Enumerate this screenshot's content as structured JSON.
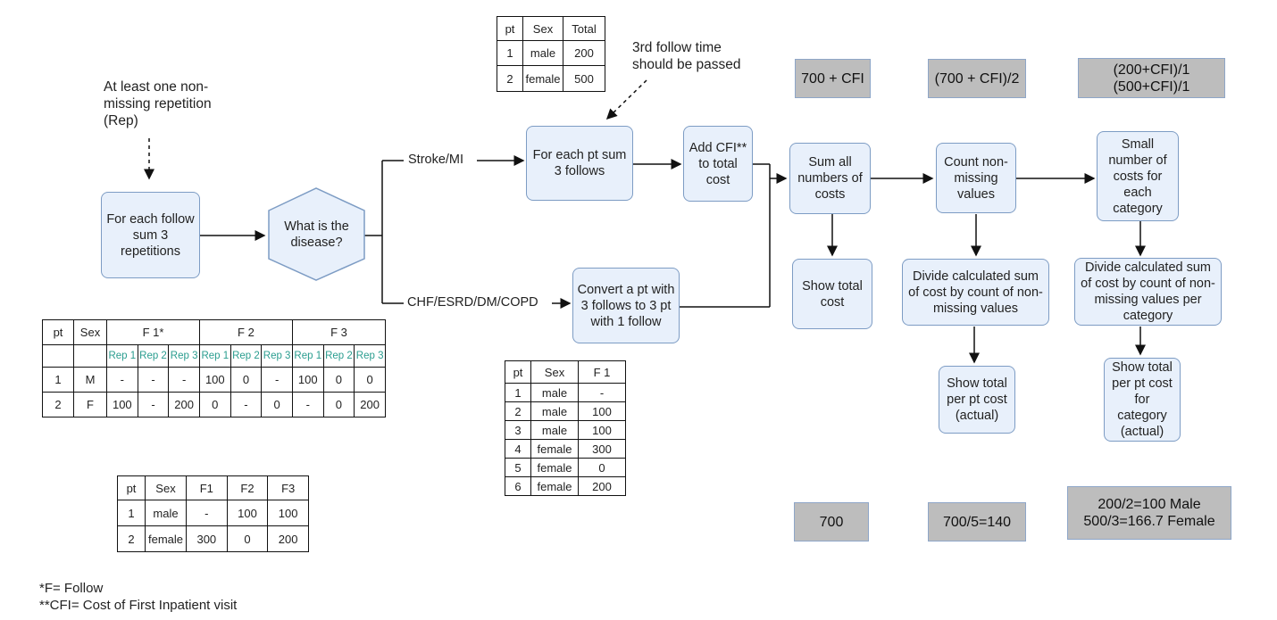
{
  "nodes": {
    "sum_reps": "For each follow sum 3 repetitions",
    "disease": "What is the disease?",
    "sum_follows": "For each pt sum 3 follows",
    "add_cfi": "Add CFI** to total cost",
    "convert": "Convert a pt with 3 follows to 3 pt with 1 follow",
    "sum_all": "Sum all numbers of costs",
    "count_nonmissing": "Count non-missing values",
    "small_number": "Small number of costs for each category",
    "show_total": "Show total cost",
    "divide_sum": "Divide calculated sum of cost by count of non-missing values",
    "divide_category": "Divide calculated sum of cost by count of non-missing values per category",
    "show_per_pt": "Show total per pt cost (actual)",
    "show_per_category": "Show total per pt cost for category (actual)"
  },
  "edge_labels": {
    "stroke": "Stroke/MI",
    "chf": "CHF/ESRD/DM/COPD"
  },
  "notes": {
    "rep_note": "At least one non-missing repetition (Rep)",
    "follow_note": "3rd follow time should be passed"
  },
  "formulas_top": {
    "a": "700 + CFI",
    "b": "(700 + CFI)/2",
    "c1": "(200+CFI)/1",
    "c2": "(500+CFI)/1"
  },
  "formulas_bottom": {
    "a": "700",
    "b": "700/5=140",
    "c1": "200/2=100 Male",
    "c2": "500/3=166.7 Female"
  },
  "table_reps": {
    "headers": [
      "pt",
      "Sex",
      "F 1*",
      "F 2",
      "F 3"
    ],
    "rep_labels": [
      "Rep 1",
      "Rep 2",
      "Rep 3",
      "Rep 1",
      "Rep 2",
      "Rep 3",
      "Rep 1",
      "Rep 2",
      "Rep 3"
    ],
    "rows": [
      [
        "1",
        "M",
        "-",
        "-",
        "-",
        "100",
        "0",
        "-",
        "100",
        "0",
        "0"
      ],
      [
        "2",
        "F",
        "100",
        "-",
        "200",
        "0",
        "-",
        "0",
        "-",
        "0",
        "200"
      ]
    ]
  },
  "table_follows": {
    "headers": [
      "pt",
      "Sex",
      "F1",
      "F2",
      "F3"
    ],
    "rows": [
      [
        "1",
        "male",
        "-",
        "100",
        "100"
      ],
      [
        "2",
        "female",
        "300",
        "0",
        "200"
      ]
    ]
  },
  "table_totals": {
    "headers": [
      "pt",
      "Sex",
      "Total"
    ],
    "rows": [
      [
        "1",
        "male",
        "200"
      ],
      [
        "2",
        "female",
        "500"
      ]
    ]
  },
  "table_f1": {
    "headers": [
      "pt",
      "Sex",
      "F 1"
    ],
    "rows": [
      [
        "1",
        "male",
        "-"
      ],
      [
        "2",
        "male",
        "100"
      ],
      [
        "3",
        "male",
        "100"
      ],
      [
        "4",
        "female",
        "300"
      ],
      [
        "5",
        "female",
        "0"
      ],
      [
        "6",
        "female",
        "200"
      ]
    ]
  },
  "footnotes": {
    "f": "*F= Follow",
    "cfi": "**CFI= Cost of First Inpatient visit"
  }
}
